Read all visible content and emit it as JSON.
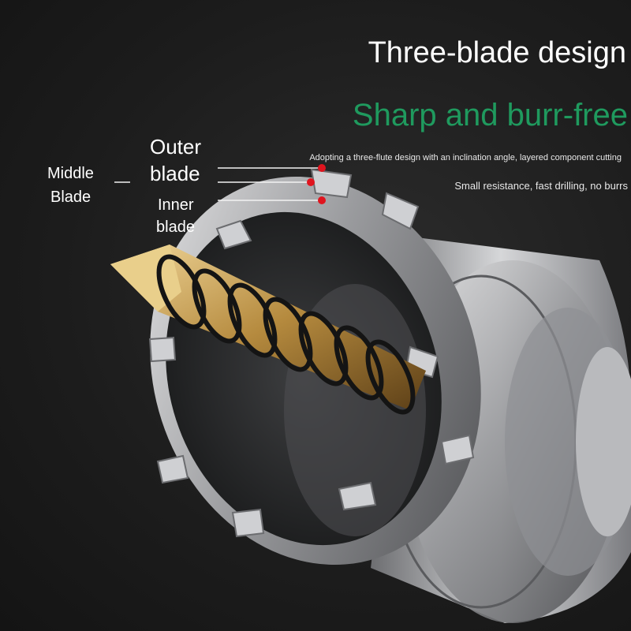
{
  "headline": "Three-blade design",
  "subheadline": "Sharp and burr-free",
  "description_1": "Adopting a three-flute design with an inclination angle, layered component cutting",
  "description_2": "Small resistance, fast drilling, no burrs",
  "labels": {
    "outer_line1": "Outer",
    "outer_line2": "blade",
    "middle_line1": "Middle",
    "middle_line2": "Blade",
    "inner_line1": "Inner",
    "inner_line2": "blade"
  },
  "colors": {
    "accent_green": "#1f9a5e",
    "marker_red": "#e0141e",
    "background": "#1c1c1c"
  }
}
